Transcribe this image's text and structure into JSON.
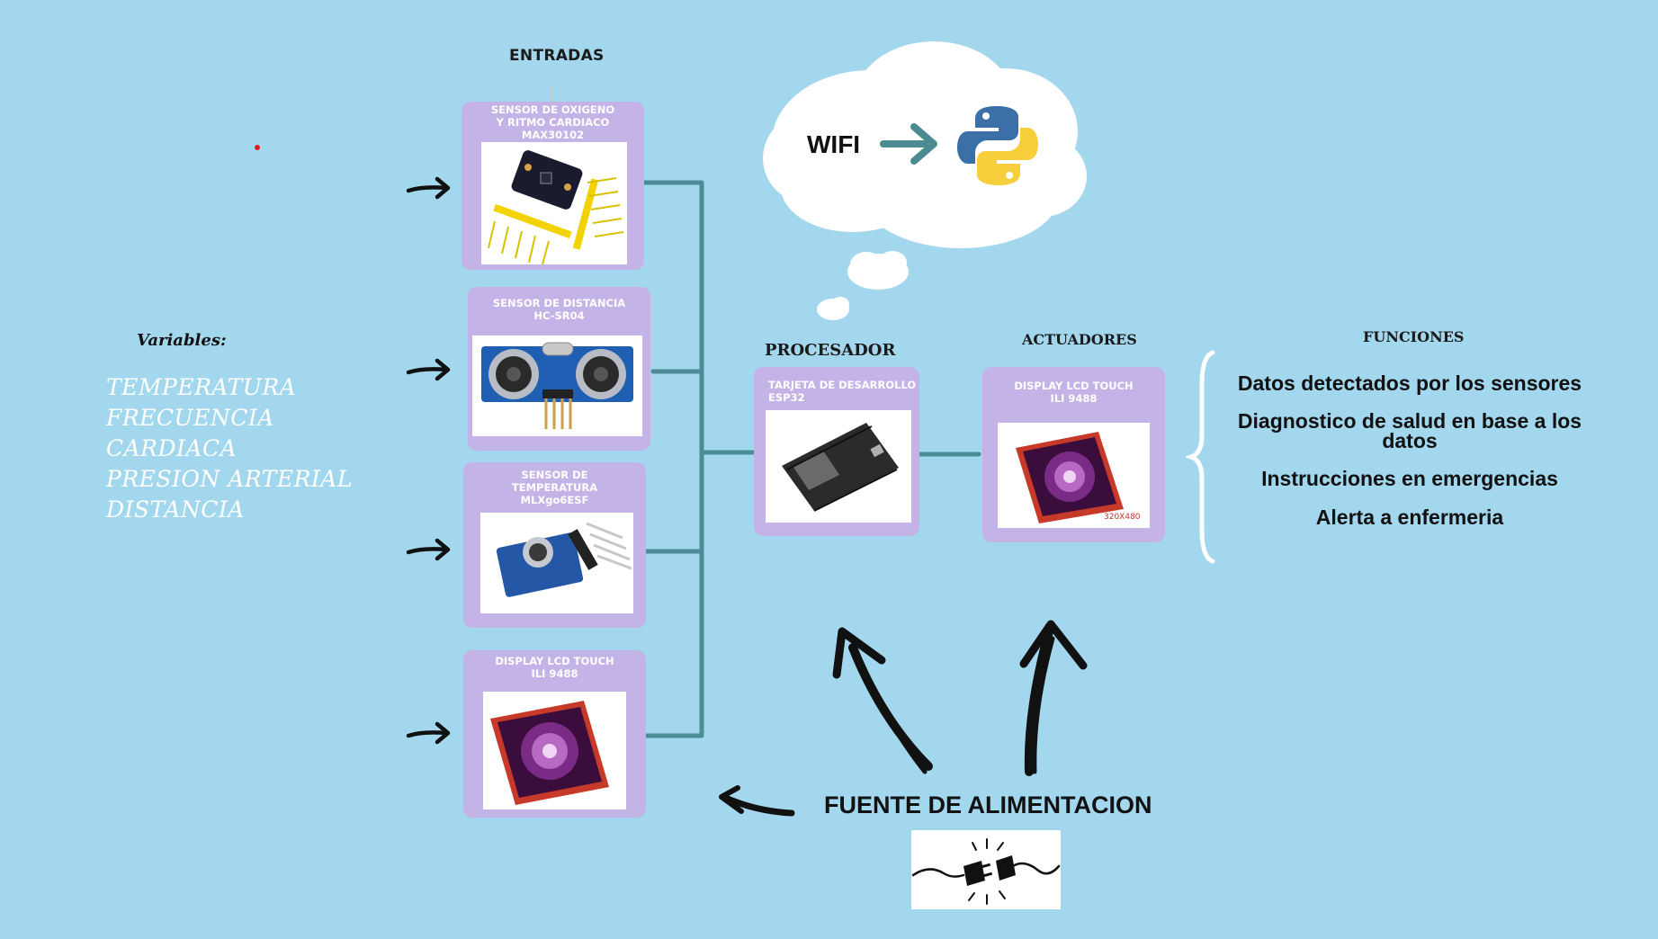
{
  "headings": {
    "inputs": "ENTRADAS",
    "processor": "PROCESADOR",
    "actuators": "ACTUADORES",
    "functions": "FUNCIONES",
    "power": "FUENTE DE ALIMENTACION",
    "wifi": "WIFI"
  },
  "variables": {
    "title": "Variables:",
    "items": [
      "TEMPERATURA",
      "FRECUENCIA",
      "CARDIACA",
      "PRESION ARTERIAL",
      "DISTANCIA"
    ]
  },
  "inputs": [
    {
      "title": "SENSOR DE OXIGENO\nY RITMO CARDIACO\nMAX30102",
      "image": "max30102-sensor-board"
    },
    {
      "title": "SENSOR DE DISTANCIA\nHC-SR04",
      "image": "hc-sr04-ultrasonic-sensor"
    },
    {
      "title": "SENSOR DE\nTEMPERATURA\nMLXgo6ESF",
      "image": "mlx90614-temperature-sensor"
    },
    {
      "title": "DISPLAY LCD TOUCH\nILI 9488",
      "image": "ili9488-lcd-display"
    }
  ],
  "processor": {
    "title": "TARJETA DE DESARROLLO\nESP32",
    "image": "esp32-dev-board"
  },
  "actuator": {
    "title": "DISPLAY LCD TOUCH\nILI 9488",
    "image": "ili9488-lcd-display",
    "caption": "320X480"
  },
  "functions": [
    "Datos detectados por los sensores",
    "Diagnostico de salud en base a los\ndatos",
    "Instrucciones en emergencias",
    "Alerta a enfermeria"
  ],
  "colors": {
    "background": "#a3d7ee",
    "card": "#c4b3e6",
    "connector": "#4b8c96",
    "arrow": "#111111",
    "cloud": "#ffffff"
  },
  "icons": [
    "python-logo-icon",
    "plug-disconnect-icon",
    "wifi-arrow-icon"
  ]
}
